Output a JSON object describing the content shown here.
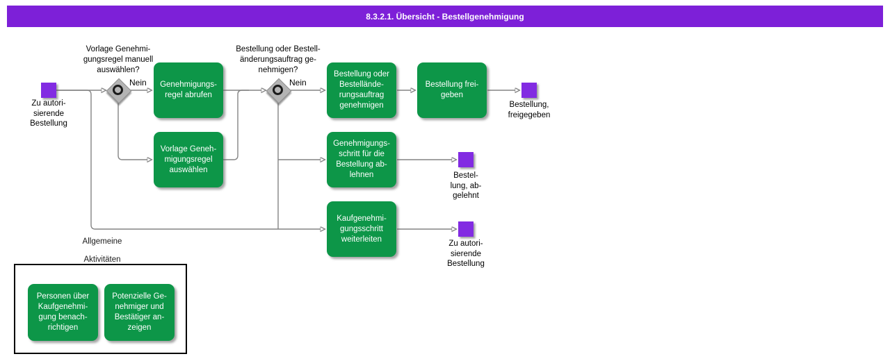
{
  "header": {
    "title": "8.3.2.1. Übersicht - Bestellgenehmigung"
  },
  "flow": {
    "start_event": {
      "label": "Zu autori-\nsierende\nBestellung"
    },
    "gateway1": {
      "question": "Vorlage Genehmi-\ngungsregel manuell\nauswählen?",
      "no_label": "Nein"
    },
    "gateway2": {
      "question": "Bestellung oder Bestell-\nänderungsauftrag ge-\nnehmigen?",
      "no_label": "Nein"
    },
    "activities": {
      "retrieve_rule": "Genehmigungs-\nregel abrufen",
      "select_rule_template": "Vorlage Geneh-\nmigungsregel\nauswählen",
      "approve_order": "Bestellung oder\nBestellände-\nrungsauftrag\ngenehmigen",
      "release_order": "Bestellung frei-\ngeben",
      "reject_step": "Genehmigungs-\nschritt für die\nBestellung ab-\nlehnen",
      "forward_step": "Kaufgenehmi-\ngungsschritt\nweiterleiten"
    },
    "end_events": {
      "released": "Bestellung,\nfreigegeben",
      "rejected": "Bestel-\nlung, ab-\ngelehnt",
      "to_authorize": "Zu autori-\nsierende\nBestellung"
    }
  },
  "general_activities": {
    "heading_line1": "Allgemeine",
    "heading_line2": "Aktivitäten",
    "notify_people": "Personen über\nKaufgenehmi-\ngung benach-\nrichtigen",
    "show_approvers": "Potenzielle Ge-\nnehmiger und\nBestätiger an-\nzeigen"
  },
  "colors": {
    "title_bar": "#7D20D8",
    "event": "#822BE2",
    "activity": "#0D9648",
    "gateway": "#B4B4B4",
    "connector": "#848484"
  }
}
